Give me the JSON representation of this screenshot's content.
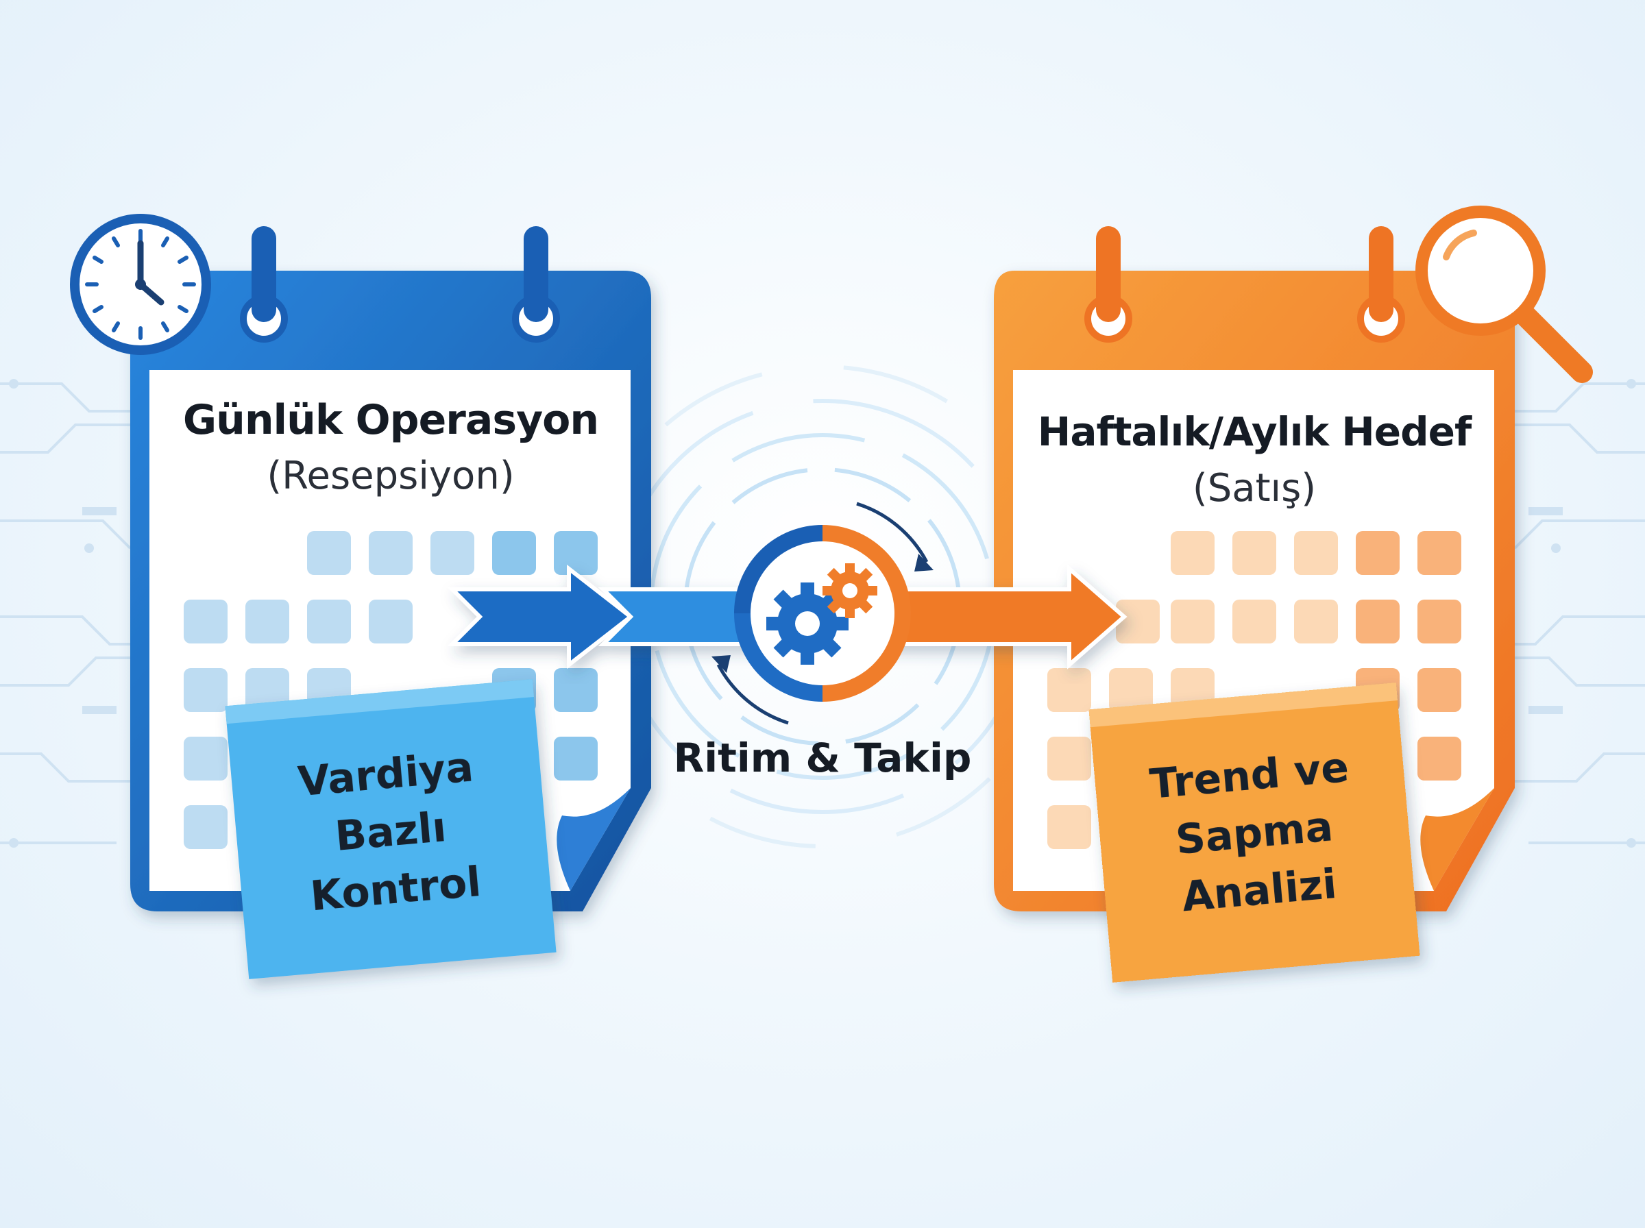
{
  "left_calendar": {
    "title": "Günlük Operasyon",
    "subtitle": "(Resepsiyon)",
    "note": [
      "Vardiya",
      "Bazlı",
      "Kontrol"
    ],
    "color": "#1e6fc8",
    "icon": "clock-icon"
  },
  "right_calendar": {
    "title": "Haftalık/Aylık Hedef",
    "subtitle": "(Satış)",
    "note": [
      "Trend ve",
      "Sapma",
      "Analizi"
    ],
    "color": "#f2822a",
    "icon": "magnifier-icon"
  },
  "center": {
    "label": "Ritim & Takip",
    "icon": "gears-cycle-icon"
  },
  "colors": {
    "blue": "#1e6fc8",
    "blue_light": "#4fb6ef",
    "orange": "#f2822a",
    "orange_light": "#f8a545",
    "note_blue": "#4cb3ee",
    "note_orange": "#f7a43f"
  }
}
